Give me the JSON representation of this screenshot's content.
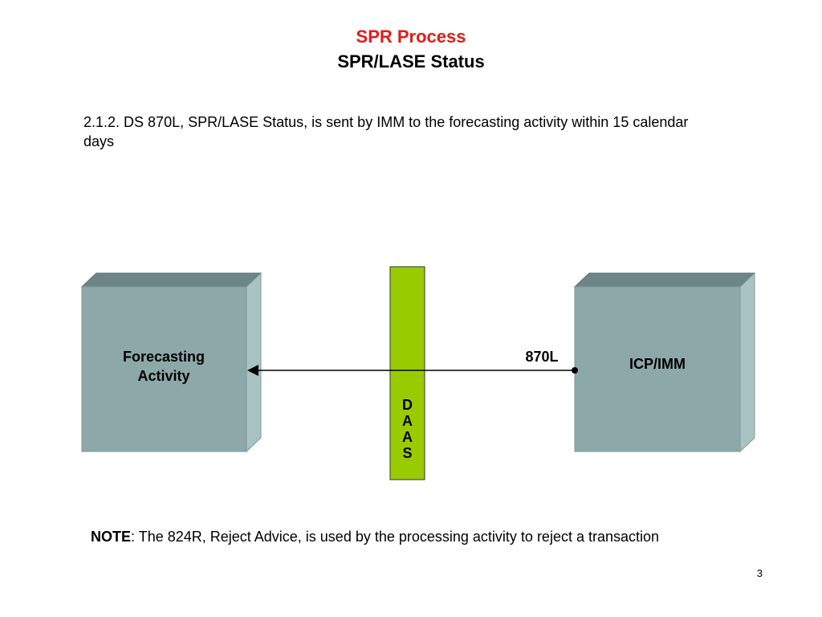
{
  "slide": {
    "title": "SPR Process",
    "subtitle": "SPR/LASE Status",
    "description": "2.1.2. DS 870L, SPR/LASE Status, is sent by IMM to the forecasting activity within 15 calendar days",
    "note_label": "NOTE",
    "note_text": ": The 824R, Reject Advice, is used by the processing activity to reject a transaction",
    "page_number": "3"
  },
  "diagram": {
    "left_box": {
      "label_line1": "Forecasting",
      "label_line2": "Activity"
    },
    "right_box": {
      "label": "ICP/IMM"
    },
    "center_bar": {
      "letters": [
        "D",
        "A",
        "A",
        "S"
      ]
    },
    "edge": {
      "label": "870L",
      "direction": "right-to-left"
    }
  },
  "colors": {
    "title": "#e41b17",
    "box_front": "#8da8a8",
    "box_top": "#6e8585",
    "box_side": "#a9c3c3",
    "daas_bar": "#99cc00"
  }
}
